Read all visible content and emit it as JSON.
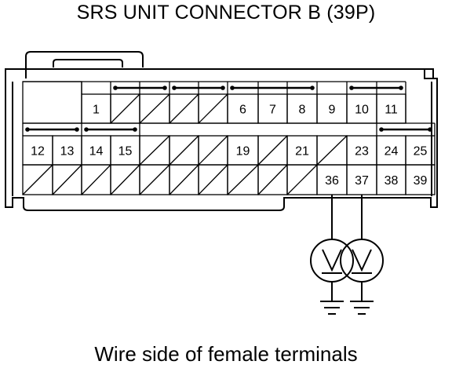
{
  "title": "SRS UNIT CONNECTOR B (39P)",
  "caption": "Wire side of female terminals",
  "row1": {
    "numbered": [
      {
        "col": 3,
        "label": "1"
      },
      {
        "col": 8,
        "label": "6"
      },
      {
        "col": 9,
        "label": "7"
      },
      {
        "col": 10,
        "label": "8"
      },
      {
        "col": 11,
        "label": "9"
      },
      {
        "col": 12,
        "label": "10"
      },
      {
        "col": 13,
        "label": "11"
      }
    ],
    "crossed": [
      4,
      5,
      6,
      7
    ],
    "blank": [
      1,
      2
    ],
    "shorting_bars": [
      [
        4,
        5
      ],
      [
        6,
        7
      ],
      [
        8,
        10
      ],
      [
        12,
        13
      ]
    ]
  },
  "row2": {
    "numbered": [
      {
        "col": 1,
        "label": "12"
      },
      {
        "col": 2,
        "label": "13"
      },
      {
        "col": 3,
        "label": "14"
      },
      {
        "col": 4,
        "label": "15"
      },
      {
        "col": 8,
        "label": "19"
      },
      {
        "col": 10,
        "label": "21"
      },
      {
        "col": 12,
        "label": "23"
      },
      {
        "col": 13,
        "label": "24"
      },
      {
        "col": 14,
        "label": "25"
      }
    ],
    "crossed": [
      5,
      6,
      7,
      9,
      11
    ],
    "shorting_bars": [
      [
        1,
        2
      ],
      [
        3,
        4
      ],
      [
        13,
        14
      ]
    ]
  },
  "row3": {
    "numbered": [
      {
        "col": 11,
        "label": "36"
      },
      {
        "col": 12,
        "label": "37"
      },
      {
        "col": 13,
        "label": "38"
      },
      {
        "col": 14,
        "label": "39"
      }
    ],
    "crossed": [
      1,
      2,
      3,
      4,
      5,
      6,
      7,
      8,
      9,
      10
    ]
  },
  "meters": [
    {
      "col": 11,
      "type": "voltmeter"
    },
    {
      "col": 12,
      "type": "voltmeter"
    }
  ]
}
